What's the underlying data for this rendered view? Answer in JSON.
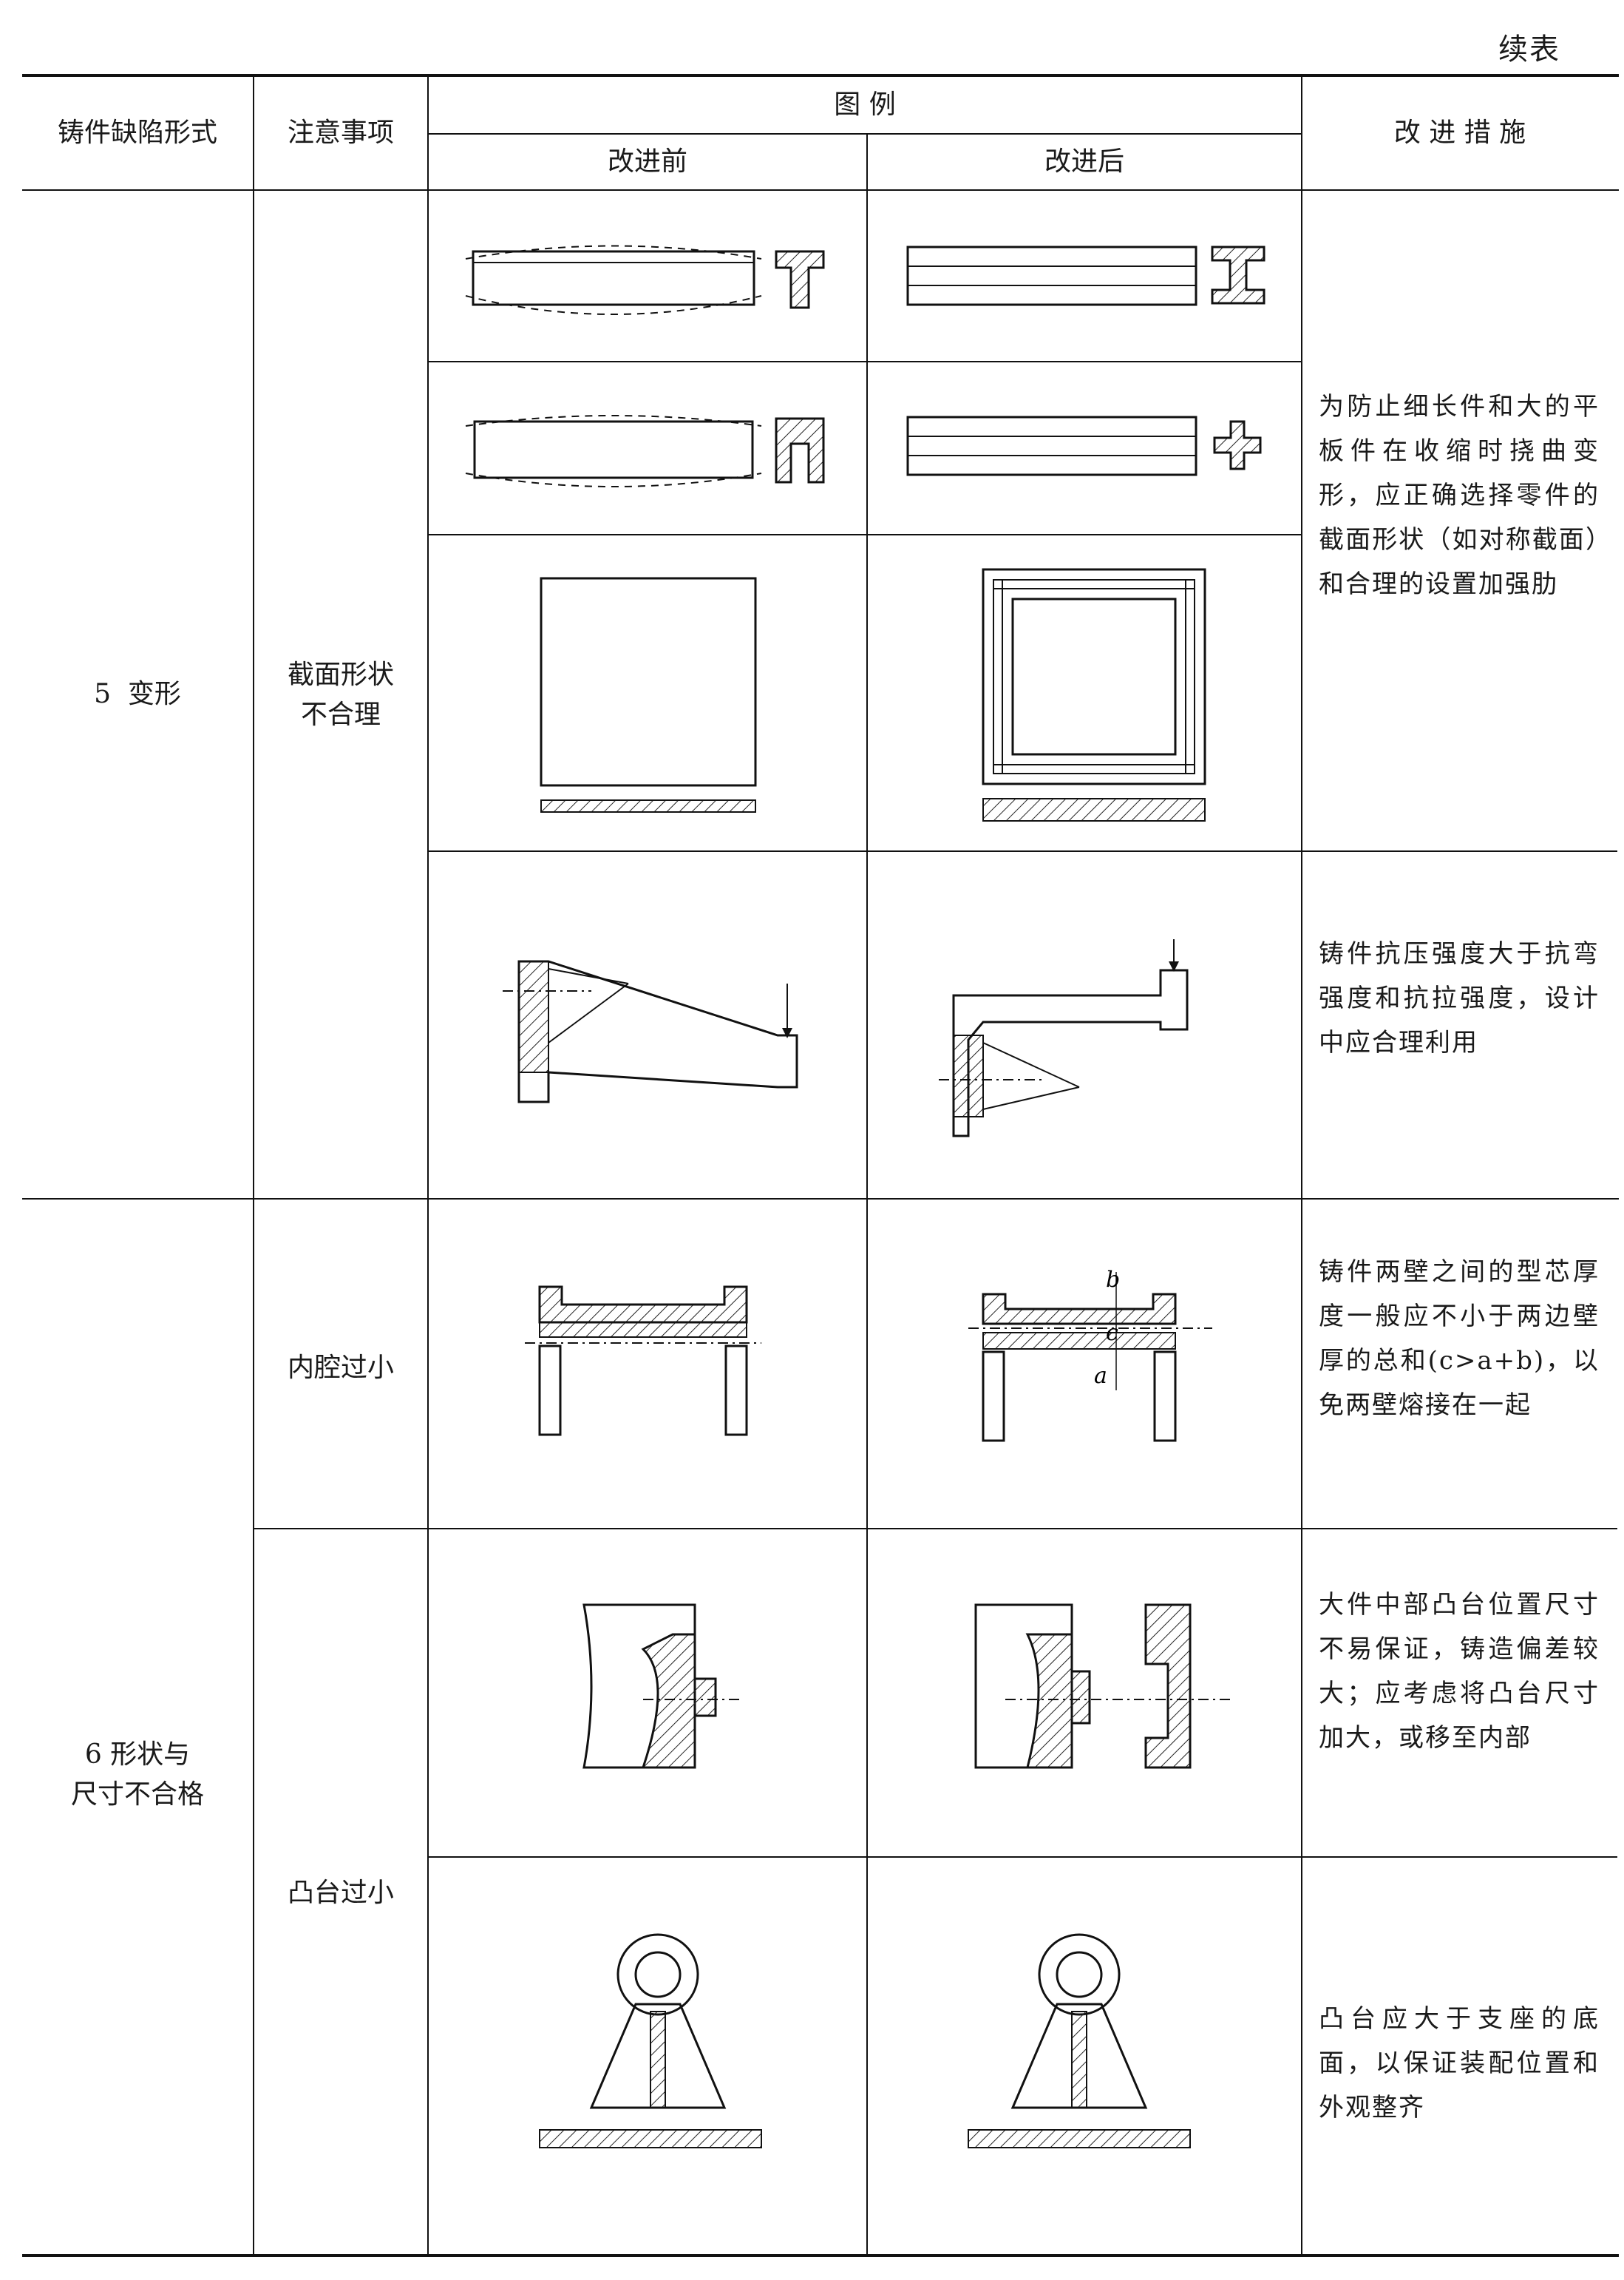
{
  "continued_label": "续表",
  "header": {
    "col_defect": "铸件缺陷形式",
    "col_notes": "注意事项",
    "col_figure": "图 例",
    "col_before": "改进前",
    "col_after": "改进后",
    "col_measure": "改 进 措 施"
  },
  "sections": [
    {
      "defect": "5  变形",
      "notes": [
        {
          "text": "截面形状\n不合理"
        }
      ],
      "measures": [
        "为防止细长件和大的平板件在收缩时挠曲变形，应正确选择零件的截面形状（如对称截面）和合理的设置加强肋",
        "铸件抗压强度大于抗弯强度和抗拉强度，设计中应合理利用"
      ]
    },
    {
      "defect": "6  形状与\n尺寸不合格",
      "notes": [
        {
          "text": "内腔过小"
        },
        {
          "text": "凸台过小"
        }
      ],
      "measures": [
        "铸件两壁之间的型芯厚度一般应不小于两边壁厚的总和(c>a+b)，以免两壁熔接在一起",
        "大件中部凸台位置尺寸不易保证，铸造偏差较大；应考虑将凸台尺寸加大，或移至内部",
        "凸台应大于支座的底面，以保证装配位置和外观整齐"
      ]
    }
  ],
  "dimension_labels": {
    "a": "a",
    "b": "b",
    "c": "c"
  }
}
